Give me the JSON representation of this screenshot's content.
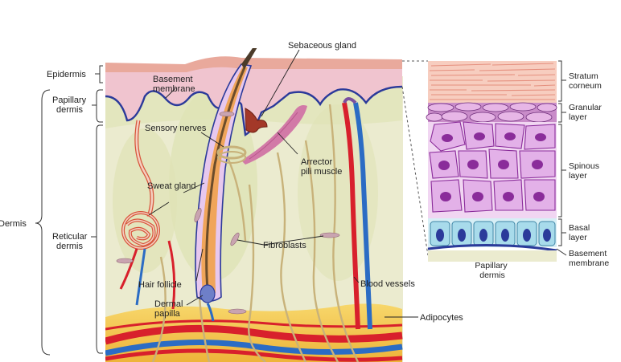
{
  "left_brackets": {
    "epidermis": "Epidermis",
    "papillary_dermis": [
      "Papillary",
      "dermis"
    ],
    "reticular_dermis": [
      "Reticular",
      "dermis"
    ],
    "dermis": "Dermis"
  },
  "structures": {
    "basement_membrane": [
      "Basement",
      "membrane"
    ],
    "sebaceous_gland": "Sebaceous gland",
    "sensory_nerves": "Sensory nerves",
    "arrector_pili_muscle": [
      "Arrector",
      "pili muscle"
    ],
    "sweat_gland": "Sweat gland",
    "fibroblasts": "Fibroblasts",
    "hair_follicle": "Hair follicle",
    "dermal_papilla": [
      "Dermal",
      "papilla"
    ],
    "blood_vessels": "Blood vessels",
    "adipocytes": "Adipocytes"
  },
  "epidermis_layers": {
    "stratum_corneum": [
      "Stratum",
      "corneum"
    ],
    "granular_layer": [
      "Granular",
      "layer"
    ],
    "spinous_layer": [
      "Spinous",
      "layer"
    ],
    "basal_layer": [
      "Basal",
      "layer"
    ],
    "basement_membrane": [
      "Basement",
      "membrane"
    ],
    "papillary_dermis": [
      "Papillary",
      "dermis"
    ]
  },
  "colors": {
    "epidermis": "#f0c4cf",
    "epidermis_top": "#e9a99c",
    "dermis": "#ebebcf",
    "membrane": "#2b3a9a",
    "artery": "#d8202c",
    "vein": "#2b6cc4",
    "nerve": "#c8b27a",
    "fat": "#f3c24a",
    "spinous_cell": "#e3b1e8",
    "nucleus": "#8a2c9a",
    "basal_cell": "#a8dbeb",
    "corneum": "#f4b6a6"
  }
}
